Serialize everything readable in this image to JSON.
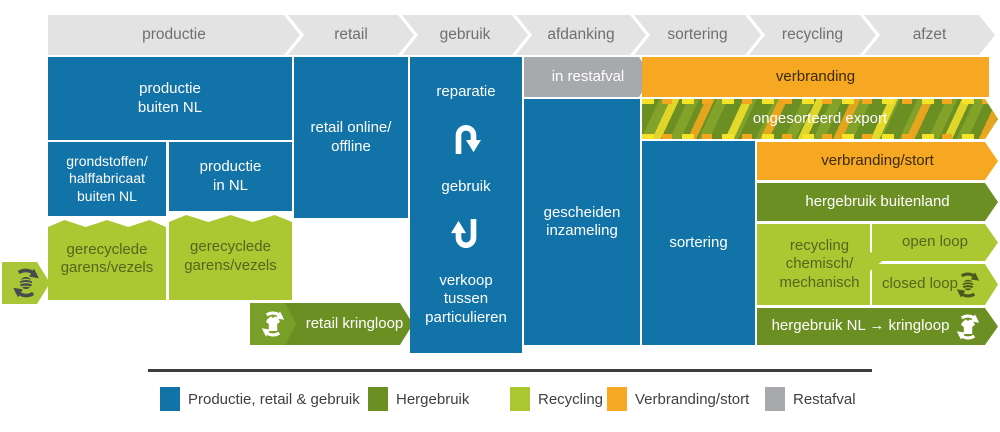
{
  "palette": {
    "blue": "#1173a8",
    "dark_green": "#6b8f23",
    "dark_green_chip": "#78a028",
    "light_green": "#abc832",
    "light_green_tab": "#a9c637",
    "orange": "#f7a823",
    "gray": "#a7a9ac",
    "header_gray": "#e3e3e3",
    "header_text": "#6f6f6f",
    "text_on_light_green": "#57641f",
    "text_on_orange": "#3a2a00",
    "legend_text": "#3f3f3f",
    "legend_line": "#3d3d3d"
  },
  "header": {
    "stages": [
      "productie",
      "retail",
      "gebruik",
      "afdanking",
      "sortering",
      "recycling",
      "afzet"
    ]
  },
  "blocks": {
    "productie_buiten_nl": "productie\nbuiten NL",
    "grondstoffen": "grondstoffen/\nhalffabricaat\nbuiten NL",
    "productie_in_nl": "productie\nin NL",
    "gerecyclede_links": "gerecyclede\ngarens/vezels",
    "gerecyclede_rechts": "gerecyclede\ngarens/vezels",
    "retail_online": "retail online/\noffline",
    "reparatie": "reparatie",
    "gebruik": "gebruik",
    "verkoop": "verkoop\ntussen\nparticulieren",
    "retail_kringloop": "retail kringloop",
    "in_restafval": "in restafval",
    "gescheiden_inzameling": "gescheiden\ninzameling",
    "sortering": "sortering",
    "verbranding": "verbranding",
    "ongesorteerd_export": "ongesorteerd export",
    "verbranding_stort": "verbranding/stort",
    "hergebruik_buitenland": "hergebruik buitenland",
    "recycling_chemisch": "recycling\nchemisch/\nmechanisch",
    "open_loop": "open loop",
    "closed_loop": "closed loop",
    "hergebruik_nl": "hergebruik NL → kringloop"
  },
  "icons": {
    "recycled-yarn-icon": "circular recycle arrows around a ball of yarn (↻ + ●)",
    "reuse-shirt-icon": "circular recycle arrows around a t-shirt (↻ + shirt)",
    "repair-loop-icon": "u-turn arrow curving down (⤵)",
    "resale-loop-icon": "u-turn arrow curving up (↺)"
  },
  "legend": {
    "items": [
      {
        "label": "Productie, retail & gebruik",
        "color": "#1173a8"
      },
      {
        "label": "Hergebruik",
        "color": "#6b8f23"
      },
      {
        "label": "Recycling",
        "color": "#abc832"
      },
      {
        "label": "Verbranding/stort",
        "color": "#f7a823"
      },
      {
        "label": "Restafval",
        "color": "#a7a9ac"
      }
    ]
  }
}
